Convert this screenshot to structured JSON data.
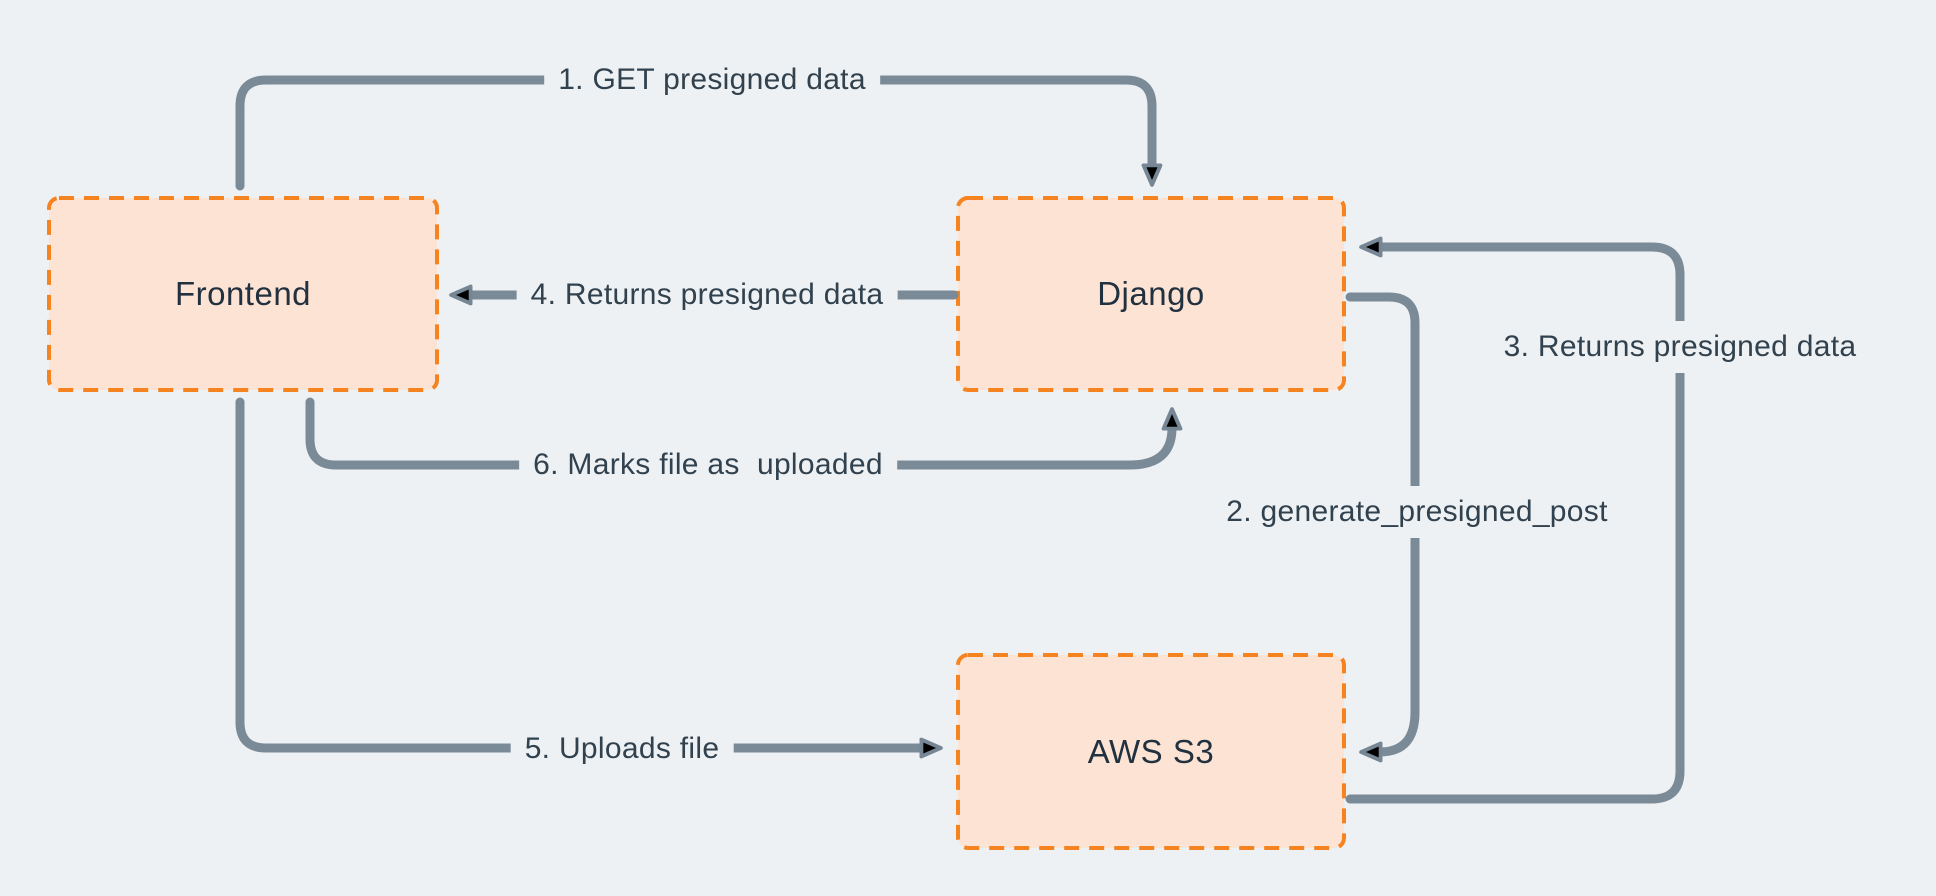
{
  "diagram": {
    "description": "Presigned upload flow between Frontend, Django and AWS S3",
    "nodes": [
      {
        "id": "frontend",
        "label": "Frontend"
      },
      {
        "id": "django",
        "label": "Django"
      },
      {
        "id": "aws-s3",
        "label": "AWS S3"
      }
    ],
    "edges": [
      {
        "id": "1",
        "from": "Frontend",
        "to": "Django",
        "label": "1. GET presigned data"
      },
      {
        "id": "2",
        "from": "Django",
        "to": "AWS S3",
        "label": "2. generate_presigned_post"
      },
      {
        "id": "3",
        "from": "AWS S3",
        "to": "Django",
        "label": "3. Returns presigned data"
      },
      {
        "id": "4",
        "from": "Django",
        "to": "Frontend",
        "label": "4. Returns presigned data"
      },
      {
        "id": "5",
        "from": "Frontend",
        "to": "AWS S3",
        "label": "5. Uploads file"
      },
      {
        "id": "6",
        "from": "Frontend",
        "to": "Django",
        "label": "6. Marks file as  uploaded"
      }
    ],
    "colors": {
      "background": "#edf1f4",
      "node_fill": "#fce3d3",
      "node_border": "#f5831f",
      "arrow": "#7b8a97",
      "node_text": "#22313f",
      "edge_text": "#31414e"
    }
  }
}
